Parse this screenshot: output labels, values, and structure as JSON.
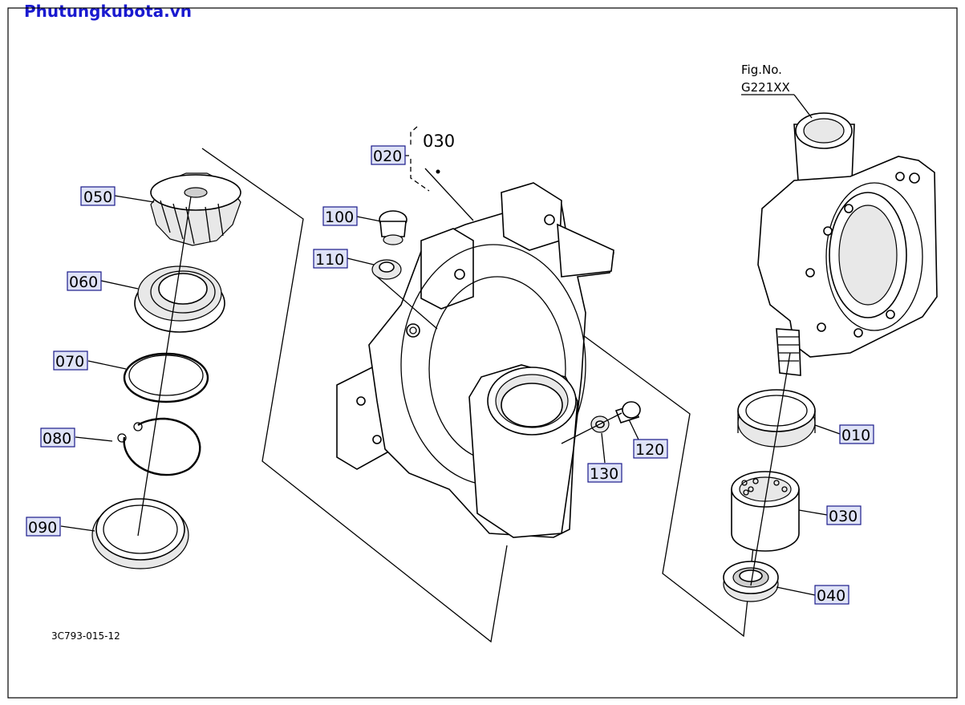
{
  "watermark": "Phutungkubota.vn",
  "fig_reference": {
    "line1": "Fig.No.",
    "line2": "G221XX"
  },
  "drawing_code": "3C793-015-12",
  "callouts": {
    "c010": "010",
    "c020": "020",
    "c030_top": "030",
    "c030": "030",
    "c040": "040",
    "c050": "050",
    "c060": "060",
    "c070": "070",
    "c080": "080",
    "c090": "090",
    "c100": "100",
    "c110": "110",
    "c120": "120",
    "c130": "130"
  },
  "colors": {
    "watermark": "#1a1ad0",
    "label_fill": "#dfe3f7",
    "label_border": "#1a1a8a"
  }
}
